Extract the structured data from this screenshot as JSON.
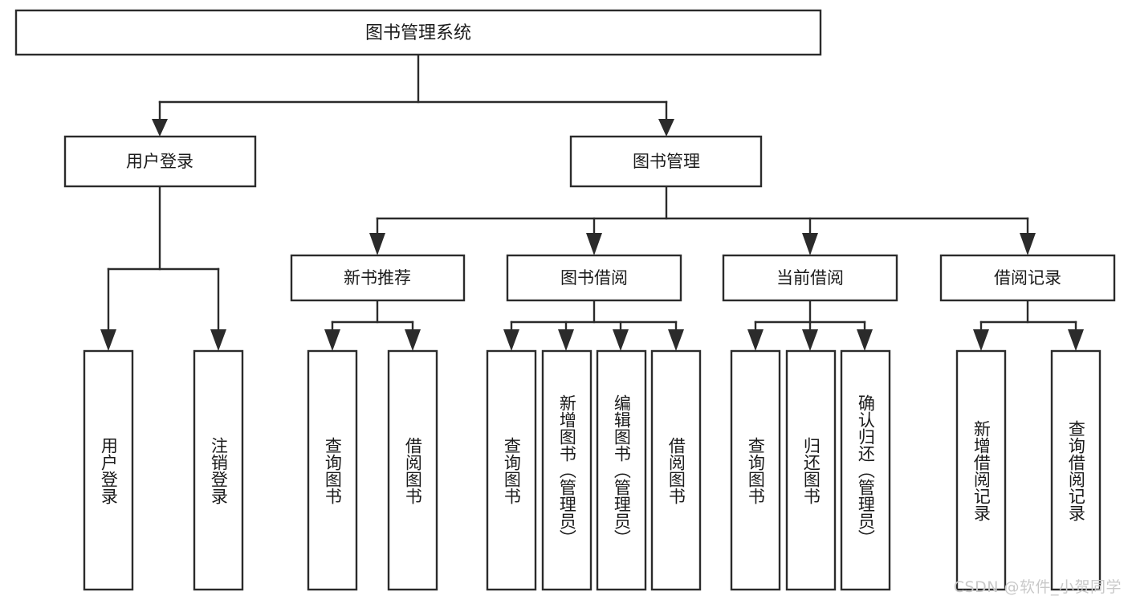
{
  "diagram": {
    "type": "tree",
    "title": "图书管理系统",
    "root": {
      "label": "图书管理系统"
    },
    "level2": [
      {
        "label": "用户登录"
      },
      {
        "label": "图书管理"
      }
    ],
    "level3": [
      {
        "label": "新书推荐"
      },
      {
        "label": "图书借阅"
      },
      {
        "label": "当前借阅"
      },
      {
        "label": "借阅记录"
      }
    ],
    "leaves": {
      "user_login": [
        {
          "label": "用户登录"
        },
        {
          "label": "注销登录"
        }
      ],
      "new_book_recommend": [
        {
          "label": "查询图书"
        },
        {
          "label": "借阅图书"
        }
      ],
      "book_borrow": [
        {
          "label": "查询图书"
        },
        {
          "label": "新增图书（管理员）"
        },
        {
          "label": "编辑图书（管理员）"
        },
        {
          "label": "借阅图书"
        }
      ],
      "current_borrow": [
        {
          "label": "查询图书"
        },
        {
          "label": "归还图书"
        },
        {
          "label": "确认归还（管理员）"
        }
      ],
      "borrow_record": [
        {
          "label": "新增借阅记录"
        },
        {
          "label": "查询借阅记录"
        }
      ]
    }
  },
  "watermark": {
    "text": "CSDN @软件_小贺同学"
  },
  "colors": {
    "stroke": "#2b2b2b",
    "box_fill": "#ffffff",
    "text": "#1a1a1a",
    "background": "#ffffff",
    "watermark": "#c9c9c9"
  }
}
